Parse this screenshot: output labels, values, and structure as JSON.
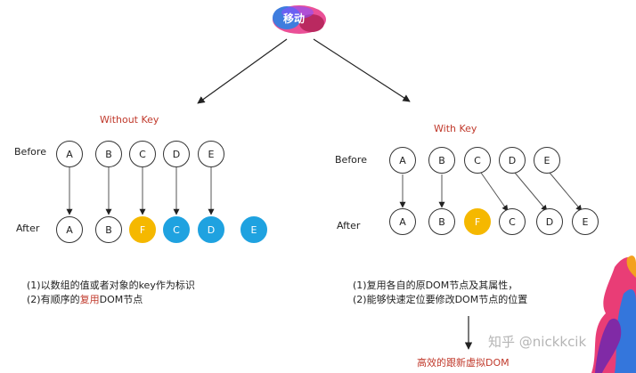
{
  "top": {
    "title": "移动"
  },
  "left": {
    "title": "Without Key",
    "before_label": "Before",
    "after_label": "After",
    "before_nodes": [
      "A",
      "B",
      "C",
      "D",
      "E"
    ],
    "after_nodes": [
      "A",
      "B",
      "F",
      "C",
      "D",
      "E"
    ],
    "notes": {
      "line1": "(1)以数组的值或者对象的key作为标识",
      "line2_prefix": "(2)有顺序的",
      "line2_highlight": "复用",
      "line2_suffix": "DOM节点"
    }
  },
  "right": {
    "title": "With Key",
    "before_label": "Before",
    "after_label": "After",
    "before_nodes": [
      "A",
      "B",
      "C",
      "D",
      "E"
    ],
    "after_nodes": [
      "A",
      "B",
      "F",
      "C",
      "D",
      "E"
    ],
    "notes": {
      "line1": "(1)复用各自的原DOM节点及其属性，",
      "line2": "(2)能够快速定位要修改DOM节点的位置"
    },
    "conclusion": "高效的跟新虚拟DOM"
  },
  "watermark": "知乎 @nickkcik",
  "colors": {
    "highlight_red": "#c0392b",
    "node_yellow": "#f5b800",
    "node_blue": "#1fa2e0"
  }
}
